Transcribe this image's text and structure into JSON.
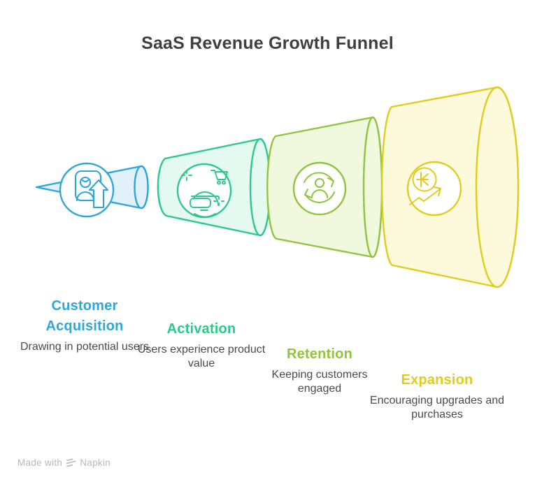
{
  "title": "SaaS Revenue Growth Funnel",
  "diagram_type": "horizontal-funnel",
  "palette": {
    "title_text": "#3F3F3F",
    "body_text": "#4A4A4A",
    "watermark_gray": "#B9B9B9"
  },
  "stages": [
    {
      "label": "Customer Acquisition",
      "description": "Drawing in potential users",
      "color": "#2BA7DE",
      "fill": "#E0F1FB",
      "icon": "user-signup-icon"
    },
    {
      "label": "Activation",
      "description": "Users experience product value",
      "color": "#2BC98B",
      "fill": "#E4F9EF",
      "icon": "vr-user-shopping-icon"
    },
    {
      "label": "Retention",
      "description": "Keeping customers engaged",
      "color": "#8FC43C",
      "fill": "#F0F8DE",
      "icon": "user-refresh-cycle-icon"
    },
    {
      "label": "Expansion",
      "description": "Encouraging upgrades and purchases",
      "color": "#E3CB1B",
      "fill": "#FDF9DB",
      "icon": "currency-growth-arrow-icon"
    }
  ],
  "watermark": {
    "prefix": "Made with",
    "brand": "Napkin"
  }
}
